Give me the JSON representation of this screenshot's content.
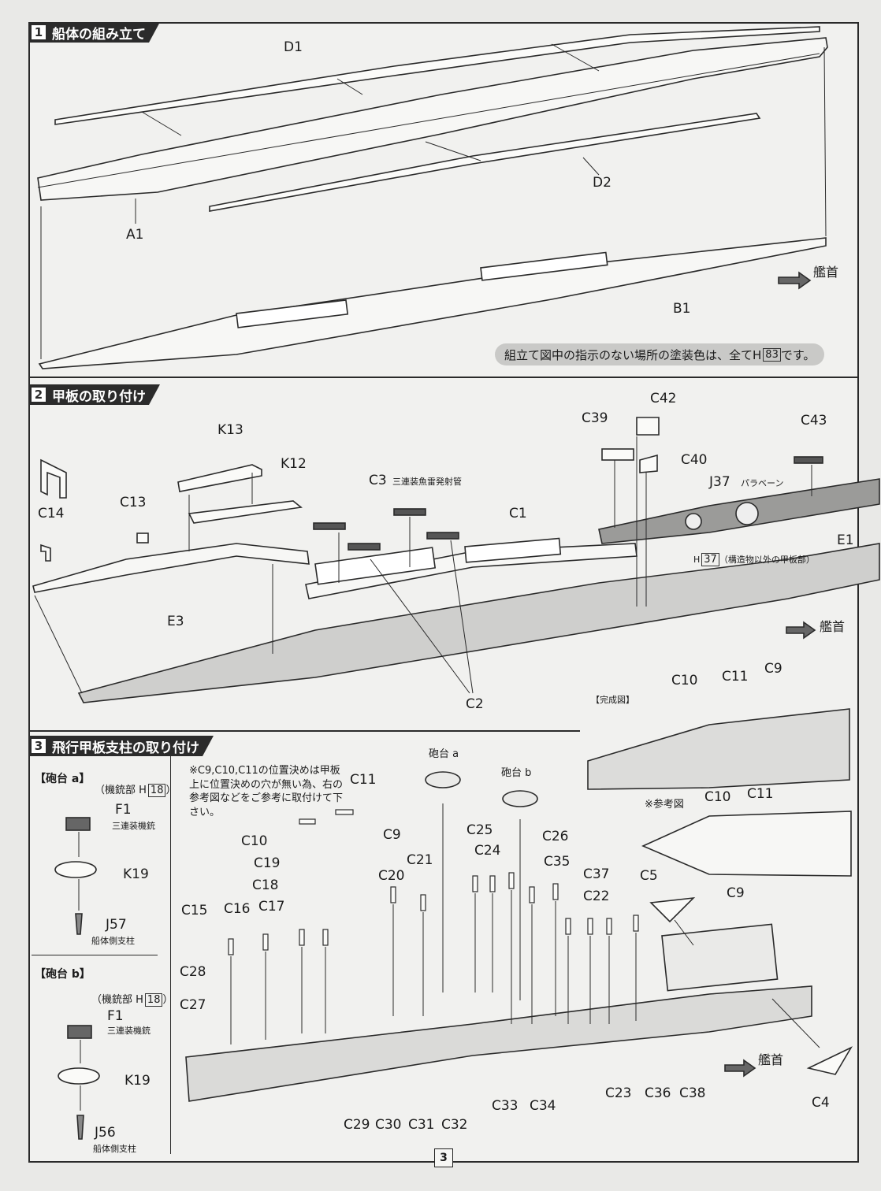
{
  "step1": {
    "num": "1",
    "title": "船体の組み立て",
    "labels": {
      "d1": "D1",
      "d2": "D2",
      "a1": "A1",
      "b1": "B1"
    },
    "bow_label": "艦首",
    "paint_note_prefix": "組立て図中の指示のない場所の塗装色は、全てH",
    "paint_note_code": "83",
    "paint_note_suffix": "です。"
  },
  "step2": {
    "num": "2",
    "title": "甲板の取り付け",
    "labels": {
      "k13": "K13",
      "k12": "K12",
      "c13": "C13",
      "c14": "C14",
      "e3": "E3",
      "c3": "C3",
      "c3_note": "三連装魚雷発射管",
      "c1": "C1",
      "c2": "C2",
      "c39": "C39",
      "c42": "C42",
      "c40": "C40",
      "c43": "C43",
      "j37": "J37",
      "j37_note": "パラベーン",
      "e1": "E1",
      "deck_color_code": "37",
      "deck_color_note": "（構造物以外の甲板部）"
    },
    "bow_label": "艦首",
    "completed_label": "【完成図】",
    "completed_parts": {
      "c10": "C10",
      "c11": "C11",
      "c9": "C9"
    }
  },
  "step3": {
    "num": "3",
    "title": "飛行甲板支柱の取り付け",
    "mount_a": {
      "title": "【砲台 a】",
      "gun_color": "（機銃部 H",
      "gun_code": "18",
      "f1": "F1",
      "f1_note": "三連装機銃",
      "k19": "K19",
      "j57": "J57",
      "j57_note": "船体側支柱"
    },
    "mount_b": {
      "title": "【砲台 b】",
      "gun_color": "（機銃部 H",
      "gun_code": "18",
      "f1": "F1",
      "f1_note": "三連装機銃",
      "k19": "K19",
      "j56": "J56",
      "j56_note": "船体側支柱"
    },
    "note": "※C9,C10,C11の位置決めは甲板上に位置決めの穴が無い為、右の参考図などをご参考に取付けて下さい。",
    "ref_label": "※参考図",
    "ref_parts": {
      "c10": "C10",
      "c11": "C11",
      "c9": "C9"
    },
    "gun_a_label": "砲台 a",
    "gun_b_label": "砲台 b",
    "parts": {
      "c11": "C11",
      "c10": "C10",
      "c9": "C9",
      "c19": "C19",
      "c18": "C18",
      "c15": "C15",
      "c16": "C16",
      "c17": "C17",
      "c28": "C28",
      "c27": "C27",
      "c20": "C20",
      "c21": "C21",
      "c25": "C25",
      "c24": "C24",
      "c26": "C26",
      "c35": "C35",
      "c37": "C37",
      "c22": "C22",
      "c5": "C5",
      "c4": "C4",
      "c29": "C29",
      "c30": "C30",
      "c31": "C31",
      "c32": "C32",
      "c33": "C33",
      "c34": "C34",
      "c23": "C23",
      "c36": "C36",
      "c38": "C38"
    },
    "bow_label": "艦首"
  },
  "page_number": "3"
}
